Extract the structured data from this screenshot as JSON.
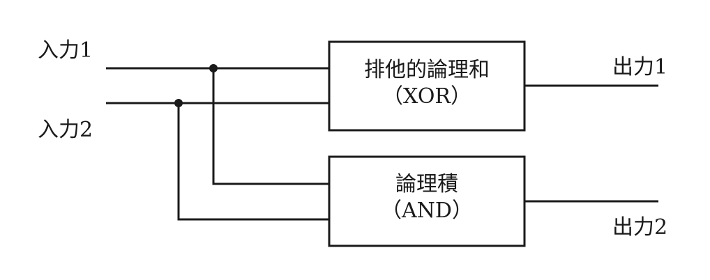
{
  "inputs": [
    {
      "label": "入力1"
    },
    {
      "label": "入力2"
    }
  ],
  "outputs": [
    {
      "label": "出力1"
    },
    {
      "label": "出力2"
    }
  ],
  "gates": [
    {
      "name": "排他的論理和",
      "abbr": "（XOR）"
    },
    {
      "name": "論理積",
      "abbr": "（AND）"
    }
  ],
  "colors": {
    "line": "#1a1a1a",
    "background": "#ffffff"
  }
}
